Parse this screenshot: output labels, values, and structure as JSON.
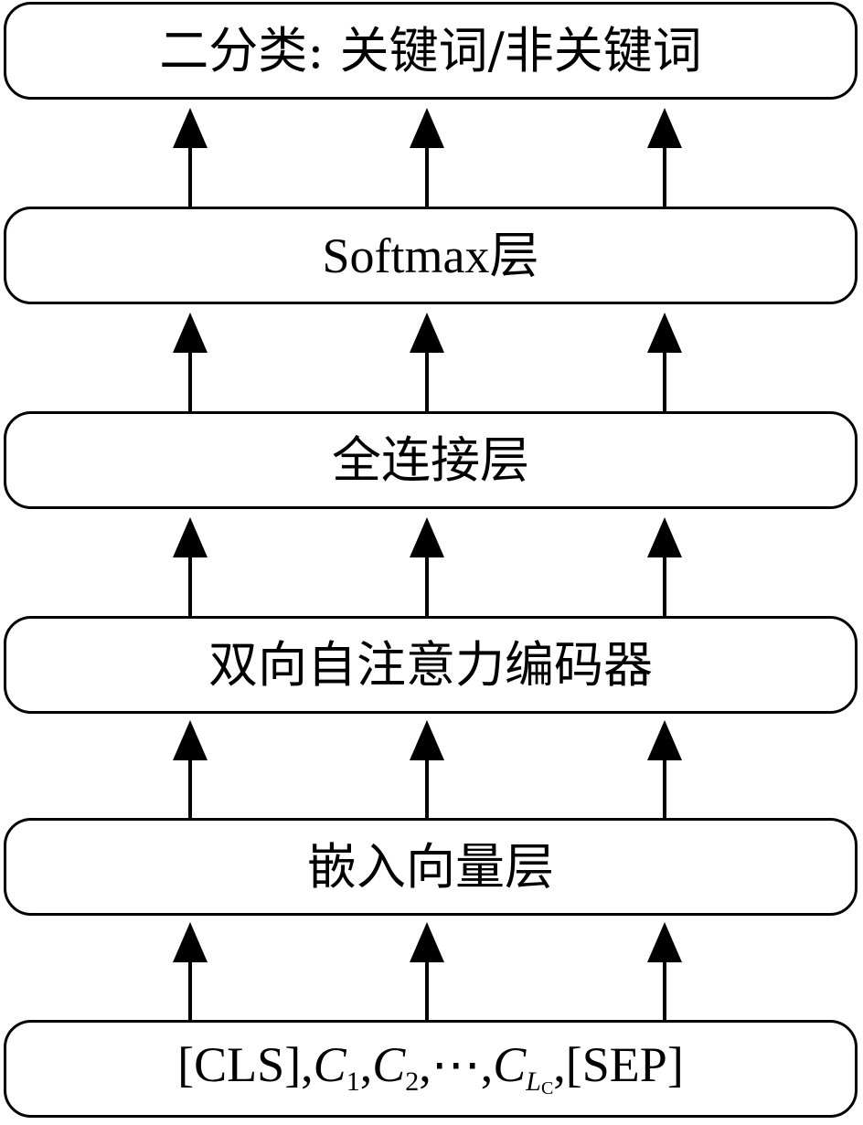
{
  "layers": [
    {
      "id": "output",
      "label": "二分类: 关键词/非关键词"
    },
    {
      "id": "softmax",
      "label": "Softmax层"
    },
    {
      "id": "fc",
      "label": "全连接层"
    },
    {
      "id": "encoder",
      "label": "双向自注意力编码器"
    },
    {
      "id": "embedding",
      "label": "嵌入向量层"
    }
  ],
  "input": {
    "cls": "[CLS],",
    "c": "C",
    "sub1": "1",
    "sep1": ",",
    "sub2": "2",
    "ellipsis": ",⋯,",
    "sub_l": "L",
    "sub_c": "C",
    "sep": ",[SEP]"
  }
}
